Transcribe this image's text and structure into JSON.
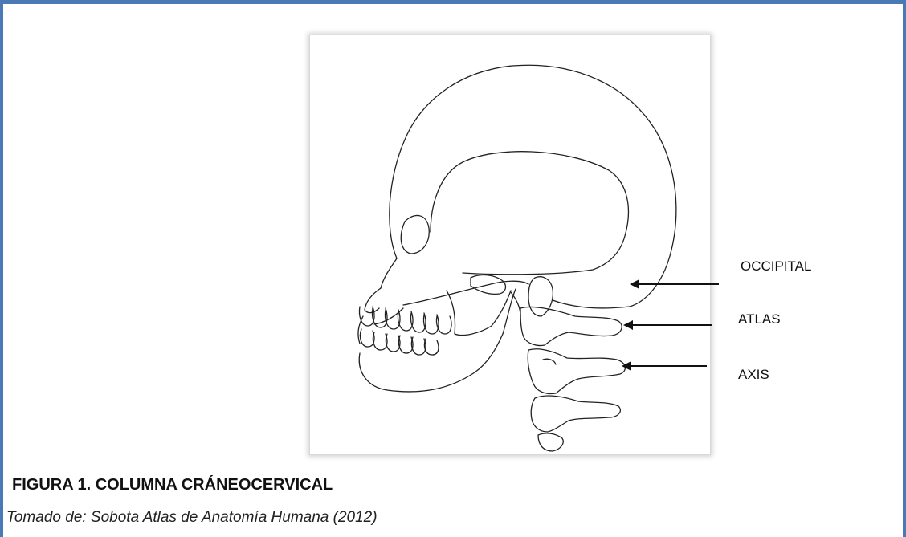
{
  "figure": {
    "labels": {
      "occipital": "OCCIPITAL",
      "atlas": "ATLAS",
      "axis": "AXIS"
    },
    "caption_title": "FIGURA 1. COLUMNA CRÁNEOCERVICAL",
    "caption_source": "Tomado de: Sobota Atlas de Anatomía Humana (2012)"
  },
  "colors": {
    "frame_border": "#4a7ab5",
    "line_art": "#222222"
  }
}
